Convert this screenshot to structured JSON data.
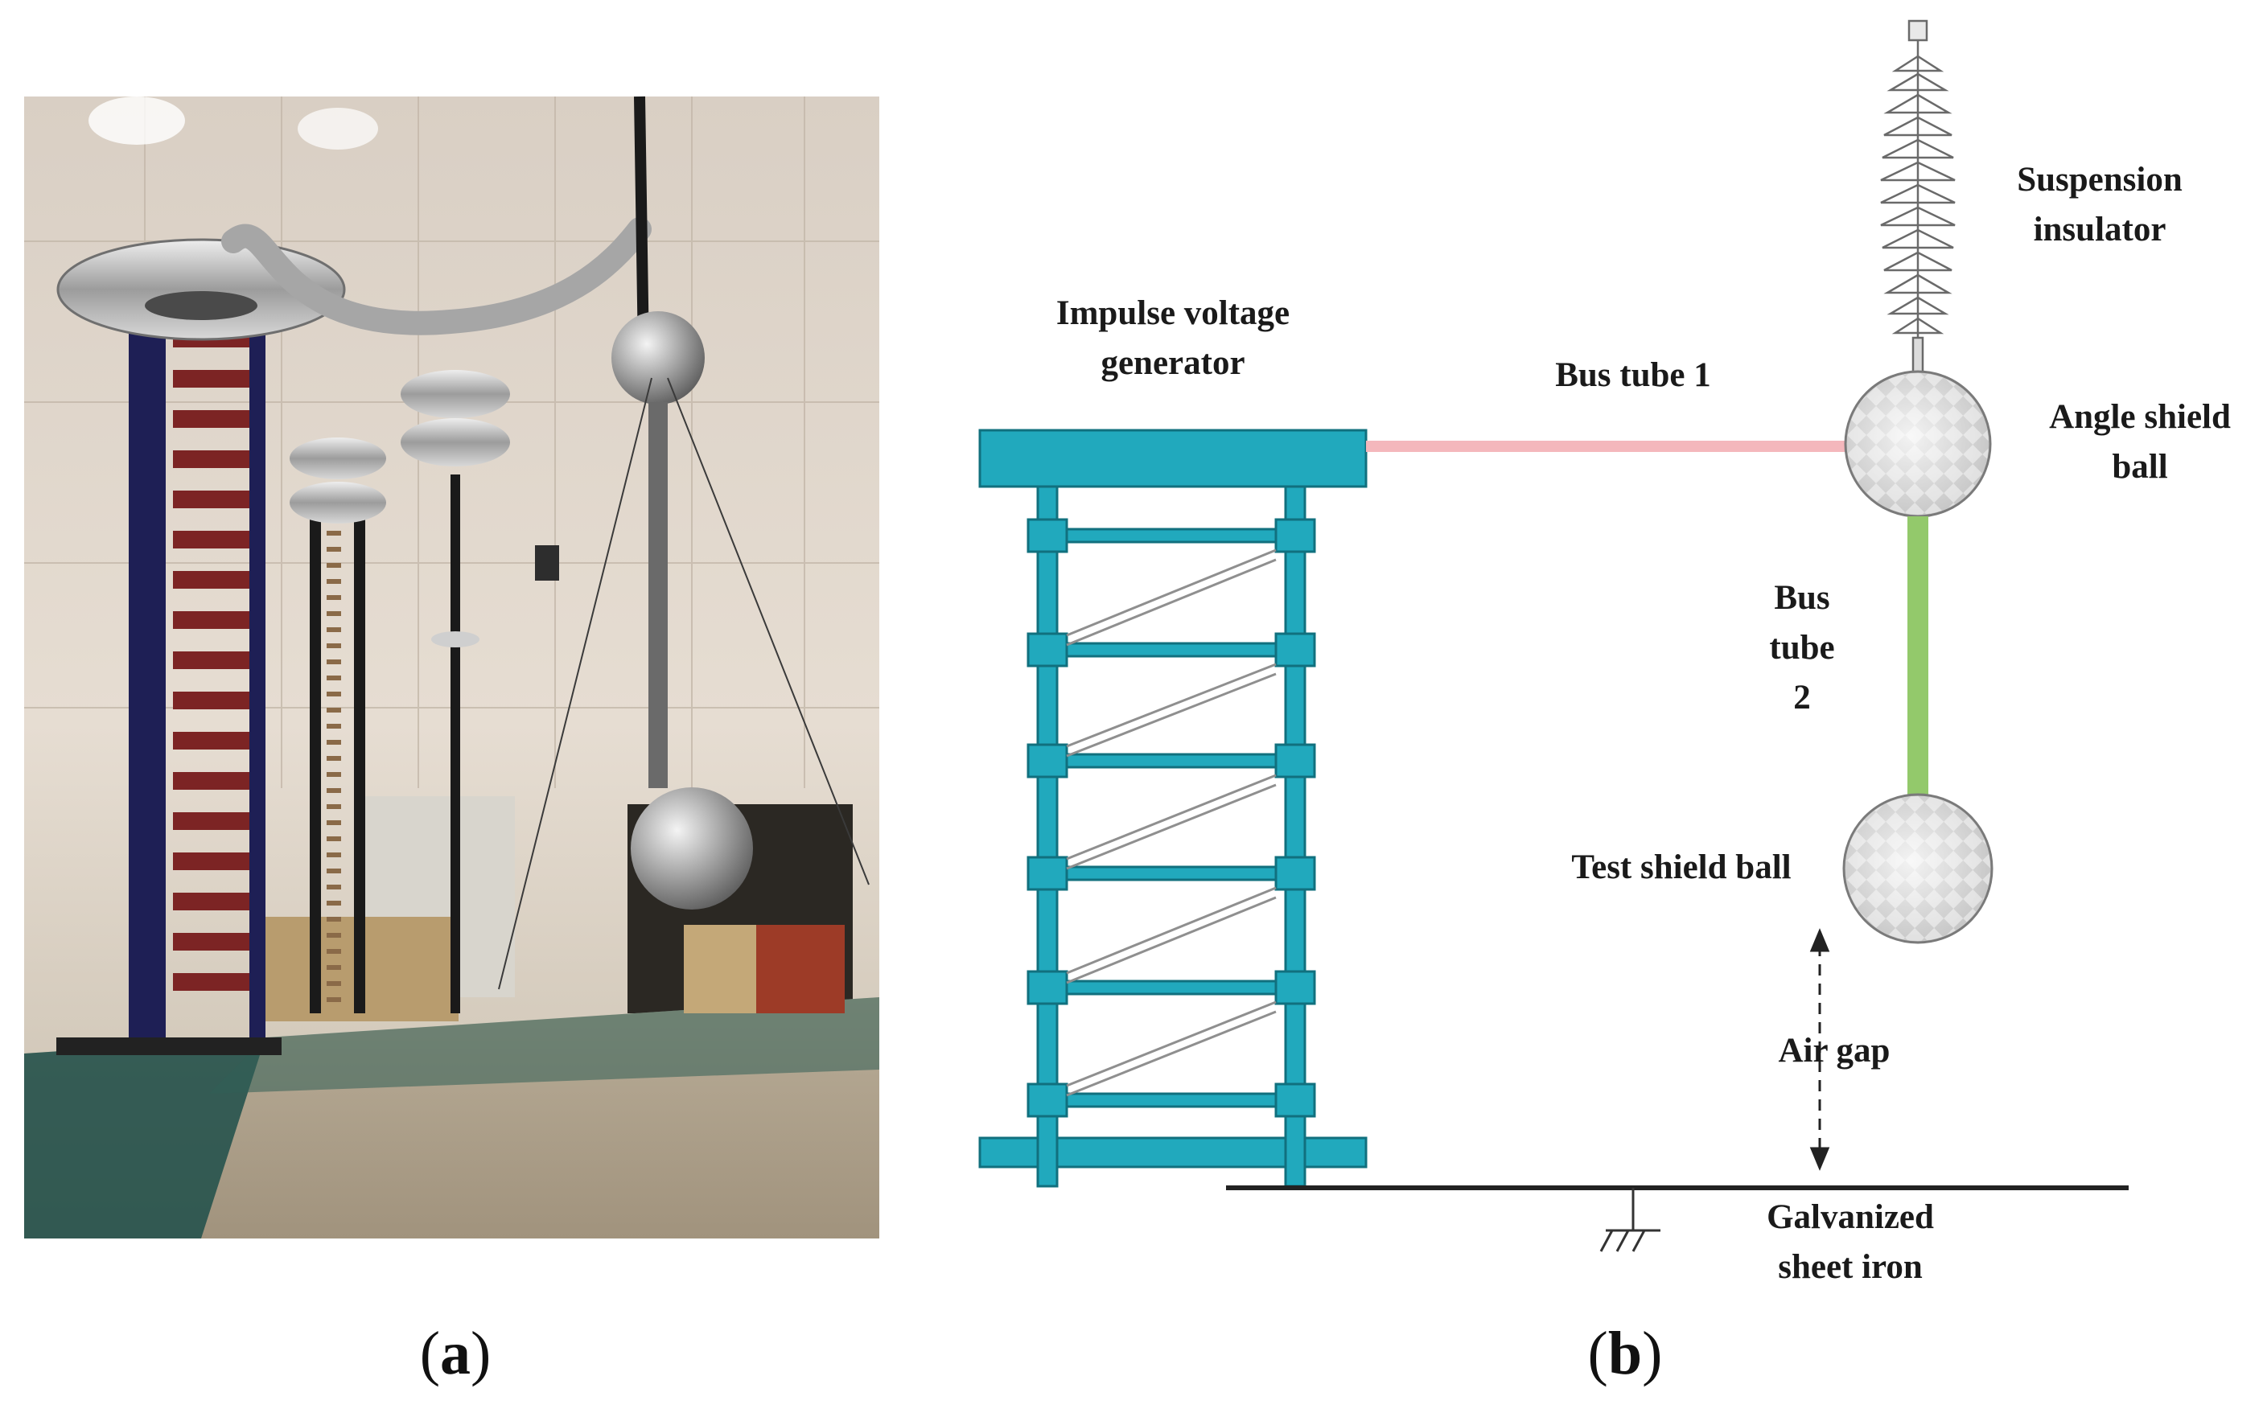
{
  "panel_a": {
    "caption_open": "(",
    "caption_letter": "a",
    "caption_close": ")"
  },
  "panel_b": {
    "caption_open": "(",
    "caption_letter": "b",
    "caption_close": ")",
    "labels": {
      "suspension_insulator": "Suspension\ninsulator",
      "impulse_voltage_generator": "Impulse voltage\ngenerator",
      "bus_tube_1": "Bus tube 1",
      "angle_shield_ball": "Angle shield\nball",
      "bus_tube_2": "Bus\ntube\n2",
      "test_shield_ball": "Test shield ball",
      "air_gap": "Air gap",
      "galvanized_sheet_iron": "Galvanized\nsheet iron"
    },
    "colors": {
      "generator": "#21a9bd",
      "generator_stroke": "#11707e",
      "bus_tube_1": "#f4b7bc",
      "bus_tube_2": "#93c96b",
      "shield_ball": "#d9d9d9",
      "ground": "#222222"
    }
  }
}
